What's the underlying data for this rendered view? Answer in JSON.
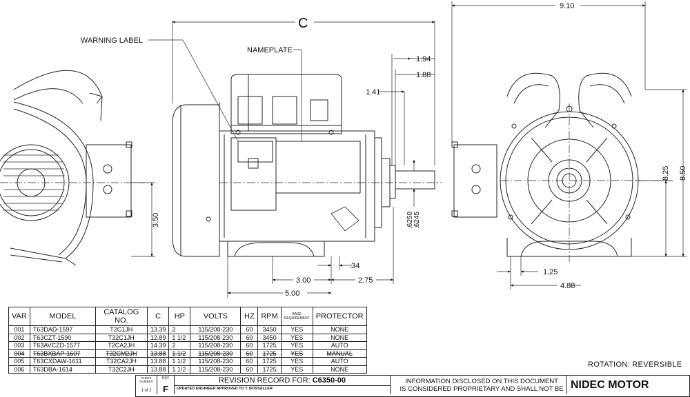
{
  "labels": {
    "warning_label": "WARNING LABEL",
    "nameplate": "NAMEPLATE",
    "rotation": "ROTATION:  REVERSIBLE"
  },
  "dimensions": {
    "c": "C",
    "d_910": "9.10",
    "d_194": "1.94",
    "d_188": "1.88",
    "d_141": "1.41",
    "d_350": "3.50",
    "d_6250": ".6250",
    "d_6245": ".6245",
    "d_034": ".34",
    "d_300": "3.00",
    "d_275": "2.75",
    "d_500": "5.00",
    "d_825": "8.25",
    "d_850": "8.50",
    "d_125": "1.25",
    "d_488": "4.88"
  },
  "table": {
    "headers": [
      "VAR",
      "MODEL",
      "CATALOG NO.",
      "C",
      "HP",
      "VOLTS",
      "HZ",
      "RPM",
      "BASE REQUIREMENT",
      "PROTECTOR"
    ],
    "rows": [
      [
        "001",
        "T63DAD-1597",
        "T2C1JH",
        "13.39",
        "2",
        "115/208-230",
        "60",
        "3450",
        "YES",
        "NONE"
      ],
      [
        "002",
        "T63CZT-1590",
        "T32C1JH",
        "12.89",
        "1 1/2",
        "115/208-230",
        "60",
        "3450",
        "YES",
        "NONE"
      ],
      [
        "003",
        "T63AVCZD-1577",
        "T2CA2JH",
        "14.39",
        "2",
        "115/208-230",
        "60",
        "1725",
        "YES",
        "AUTO"
      ],
      [
        "004",
        "T63BXBAP-1607",
        "T32CM2JH",
        "13.88",
        "1 1/2",
        "115/208-230",
        "60",
        "1725",
        "YES",
        "MANUAL"
      ],
      [
        "005",
        "T63CXDAW-1611",
        "T32CA2JH",
        "13.88",
        "1 1/2",
        "115/208-230",
        "60",
        "1725",
        "YES",
        "AUTO"
      ],
      [
        "006",
        "T63DBA-1614",
        "T32C2JH",
        "13.88",
        "1 1/2",
        "115/208-230",
        "60",
        "1725",
        "YES",
        "NONE"
      ]
    ]
  },
  "title_block": {
    "sheet_number_label": "SHEET NUMBER",
    "sheet_number": "1 of 2",
    "rev_label": "REV",
    "rev": "F",
    "revision_record_label": "REVISION RECORD FOR:",
    "revision_record_doc": "C6350-00",
    "revision_entry": "UPDATED ENGINEER APPROVED TO T. BOSSALLER",
    "info_line1": "INFORMATION DISCLOSED ON THIS DOCUMENT",
    "info_line2": "IS CONSIDERED PROPRIETARY AND SHALL NOT BE",
    "brand": "NIDEC MOTOR"
  }
}
